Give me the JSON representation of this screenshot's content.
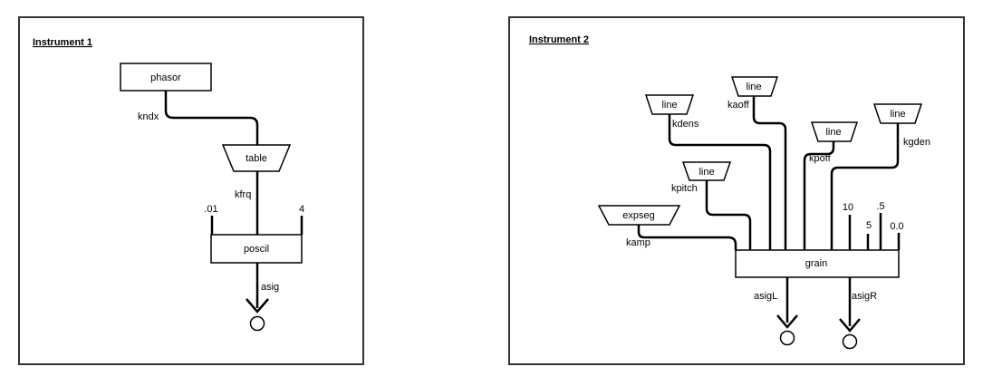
{
  "panels": {
    "instrument1": {
      "title": "Instrument 1"
    },
    "instrument2": {
      "title": "Instrument 2"
    }
  },
  "instrument1": {
    "phasor": "phasor",
    "table": "table",
    "poscil": "poscil",
    "kndx": "kndx",
    "kfrq": "kfrq",
    "arg_amp": ".01",
    "arg_fn": "4",
    "asig": "asig"
  },
  "instrument2": {
    "line_kdens": "line",
    "line_kaoff": "line",
    "line_kpoff": "line",
    "line_kgden": "line",
    "line_kpitch": "line",
    "expseg": "expseg",
    "grain": "grain",
    "kdens": "kdens",
    "kaoff": "kaoff",
    "kpoff": "kpoff",
    "kgden": "kgden",
    "kpitch": "kpitch",
    "kamp": "kamp",
    "arg_10": "10",
    "arg_5": "5",
    "arg_05": ".5",
    "arg_00": "0.0",
    "asigL": "asigL",
    "asigR": "asigR"
  }
}
